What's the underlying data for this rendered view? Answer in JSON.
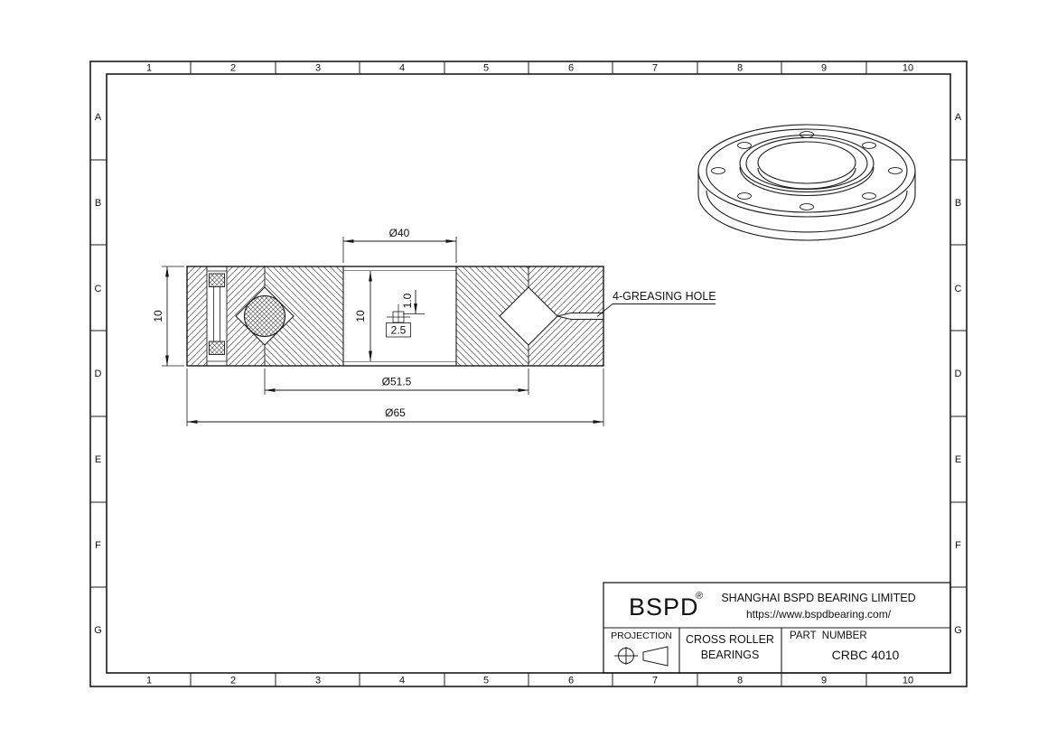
{
  "drawing": {
    "grid": {
      "columns": [
        "1",
        "2",
        "3",
        "4",
        "5",
        "6",
        "7",
        "8",
        "9",
        "10"
      ],
      "rows": [
        "A",
        "B",
        "C",
        "D",
        "E",
        "F",
        "G"
      ]
    },
    "section": {
      "dim_bore": "Ø40",
      "dim_pitch": "Ø51.5",
      "dim_outer": "Ø65",
      "dim_width": "10",
      "dim_width_inner": "10",
      "dim_hole_dia": "1.0",
      "dim_hole_pos": "2.5",
      "greasing_note": "4-GREASING HOLE"
    },
    "title_block": {
      "brand": "BSPD",
      "registered_mark": "®",
      "company": "SHANGHAI BSPD BEARING LIMITED",
      "website": "https://www.bspdbearing.com/",
      "projection_label": "PROJECTION",
      "product_line1": "CROSS ROLLER",
      "product_line2": "BEARINGS",
      "part_number_label": "PART  NUMBER",
      "part_number": "CRBC 4010"
    },
    "colors": {
      "line": "#1b1b1b",
      "hatch": "#4a4a4a",
      "background": "#ffffff"
    }
  }
}
